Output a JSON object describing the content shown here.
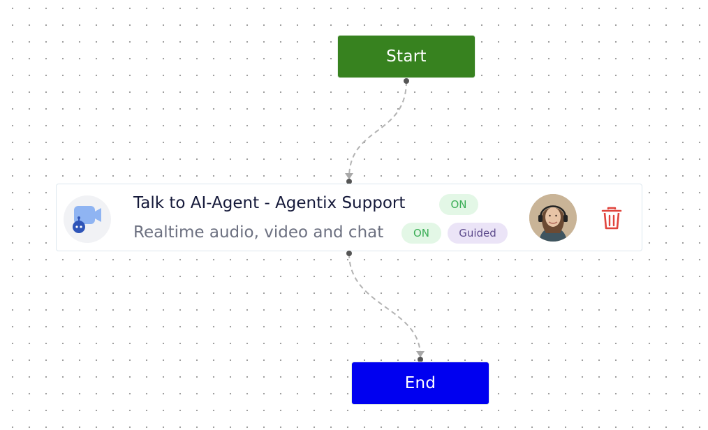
{
  "flow": {
    "start_node": {
      "label": "Start",
      "color": "#37821f"
    },
    "end_node": {
      "label": "End",
      "color": "#0000f0"
    },
    "agent_node": {
      "title": "Talk to AI-Agent - Agentix Support",
      "title_status": "ON",
      "subtitle": "Realtime audio, video and chat",
      "subtitle_status": "ON",
      "mode_badge": "Guided",
      "icon": "video-bot-icon",
      "avatar": "support-agent-avatar",
      "delete_icon": "trash-icon",
      "delete_color": "#e0443c"
    },
    "edge_style": "dashed-curve"
  }
}
